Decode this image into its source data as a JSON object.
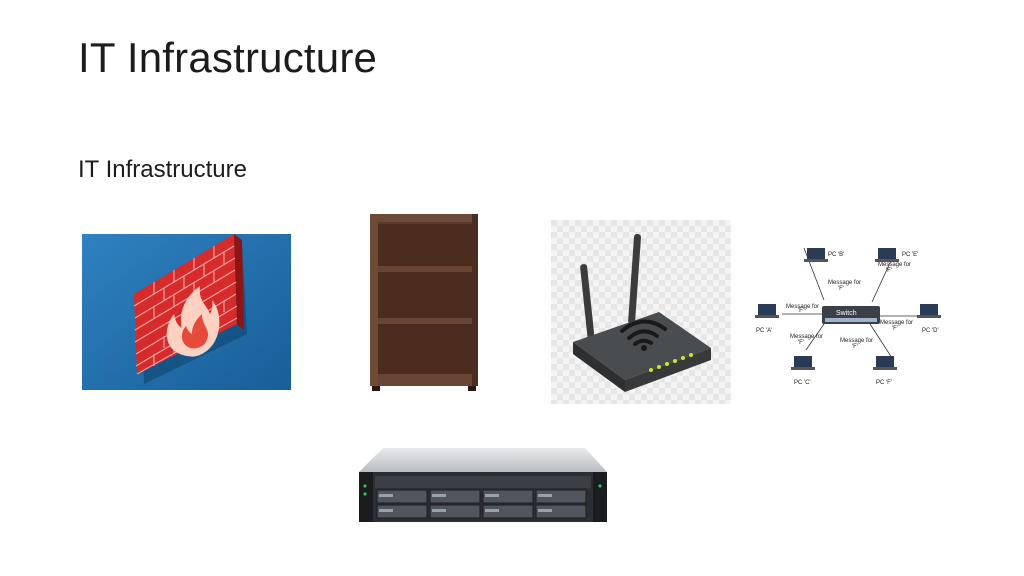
{
  "slide": {
    "title": "IT Infrastructure",
    "subtitle": "IT Infrastructure"
  },
  "images": {
    "firewall": {
      "icon": "firewall-icon",
      "background": "#1f6fae",
      "brick": "#d62b2b"
    },
    "bookshelf": {
      "icon": "bookshelf-image",
      "wood": "#5a3a2c"
    },
    "router": {
      "icon": "wifi-router-image"
    },
    "network": {
      "switch_label": "Switch",
      "pc_a": "PC 'A'",
      "pc_b": "PC 'B'",
      "pc_c": "PC 'C'",
      "pc_d": "PC 'D'",
      "pc_e": "PC 'E'",
      "pc_f": "PC 'F'",
      "message_label": "Message for",
      "message_target": "'F'"
    },
    "server": {
      "icon": "rack-server-image"
    }
  }
}
